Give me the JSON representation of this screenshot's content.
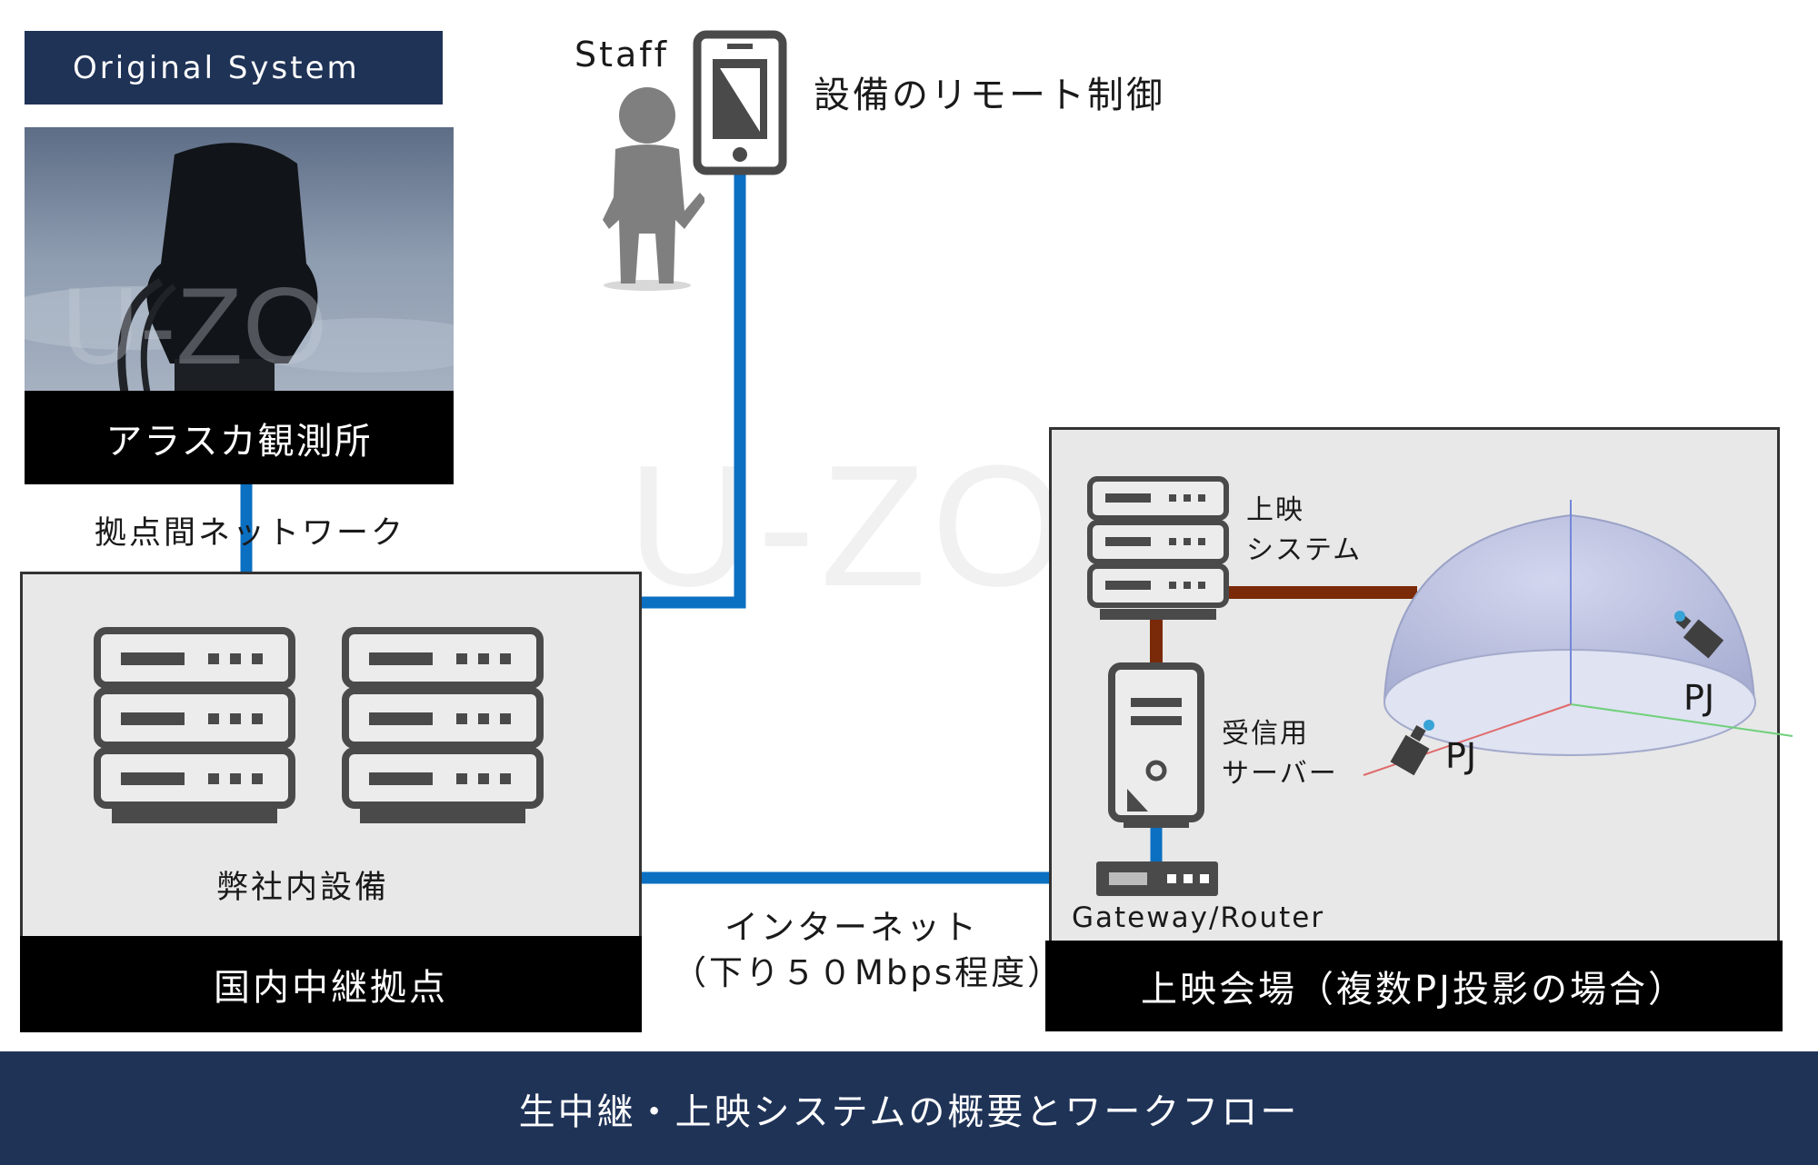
{
  "header": {
    "original_system_label": "Original System"
  },
  "alaska": {
    "caption": "アラスカ観測所"
  },
  "links": {
    "inter_site_network": "拠点間ネットワーク",
    "internet_line1": "インターネット",
    "internet_line2": "（下り５０Mbps程度）"
  },
  "staff": {
    "label": "Staff",
    "remote_control": "設備のリモート制御"
  },
  "domestic": {
    "equipment_label": "弊社内設備",
    "caption": "国内中継拠点"
  },
  "venue": {
    "screening_system_line1": "上映",
    "screening_system_line2": "システム",
    "receiving_server_line1": "受信用",
    "receiving_server_line2": "サーバー",
    "gateway_label": "Gateway/Router",
    "projector_label_1": "PJ",
    "projector_label_2": "PJ",
    "caption": "上映会場（複数PJ投影の場合）"
  },
  "watermark": "U-ZO",
  "footer": {
    "title": "生中継・上映システムの概要とワークフロー"
  },
  "colors": {
    "navy": "#1f3357",
    "network_blue": "#0b6fc2",
    "local_link_brown": "#7a2a08",
    "device_gray": "#4a4a4a"
  },
  "icons": {
    "staff": "person-icon",
    "phone": "smartphone-icon",
    "server_rack": "server-rack-icon",
    "tower_server": "tower-server-icon",
    "router": "router-icon",
    "dome": "dome-icon",
    "projector": "projector-icon"
  }
}
